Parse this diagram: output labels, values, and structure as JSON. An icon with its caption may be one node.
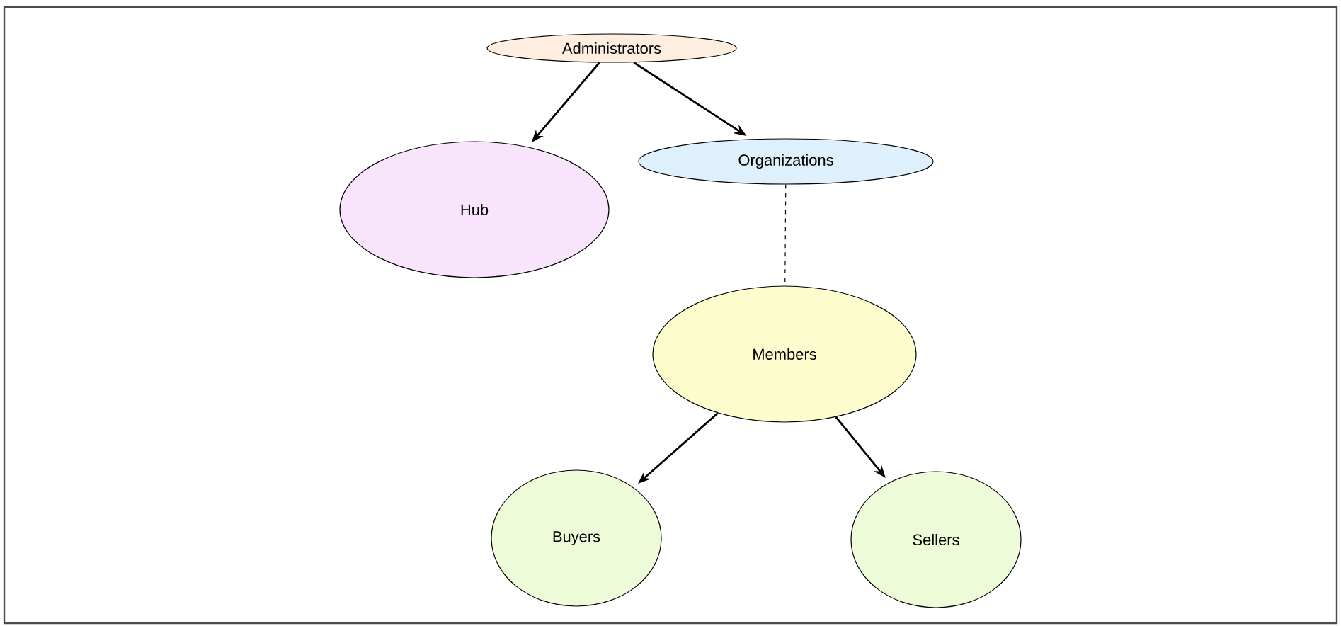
{
  "diagram": {
    "nodes": [
      {
        "text": [
          "Administrators"
        ]
      },
      {
        "text": [
          "Hub"
        ]
      },
      {
        "text": [
          "Organizations"
        ]
      },
      {
        "text": [
          "Members"
        ]
      },
      {
        "text": [
          "Buyers"
        ]
      },
      {
        "text": [
          "Sellers"
        ]
      }
    ],
    "edges": [
      {
        "from": 0,
        "to": 1,
        "arrow": "to"
      },
      {
        "from": 0,
        "to": 2,
        "arrow": "to"
      },
      {
        "from": 2,
        "to": 3,
        "arrow": "none",
        "style": "dashed"
      },
      {
        "from": 3,
        "to": 4,
        "arrow": "to"
      },
      {
        "from": 3,
        "to": 5,
        "arrow": "to"
      }
    ]
  }
}
